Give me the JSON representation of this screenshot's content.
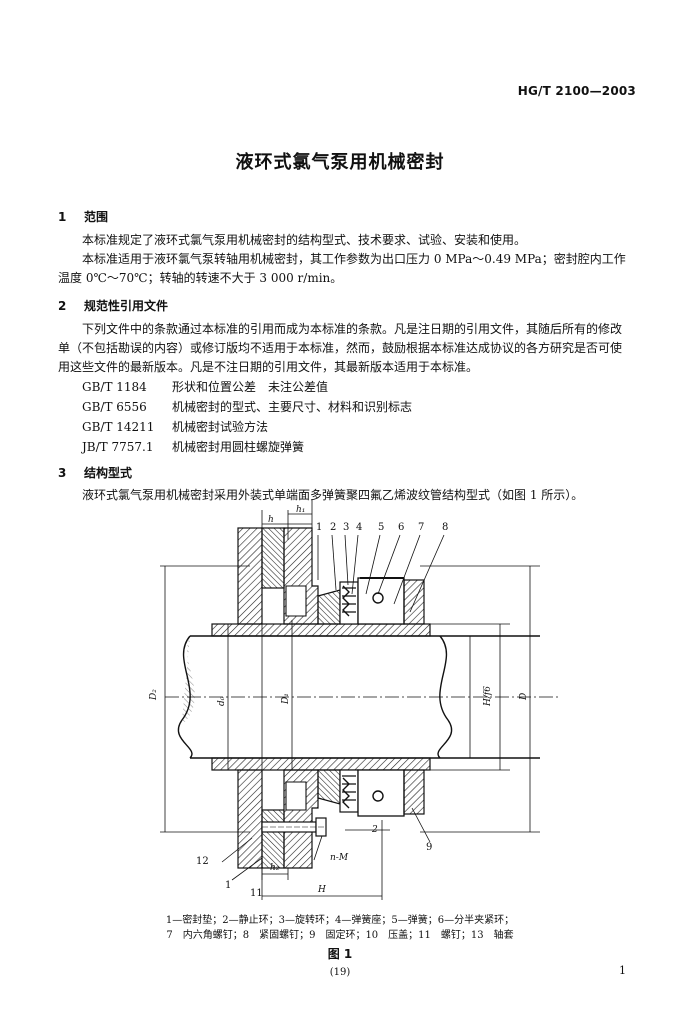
{
  "header": {
    "standard_no": "HG/T 2100—2003"
  },
  "title": "液环式氯气泵用机械密封",
  "sections": [
    {
      "num": "1",
      "heading": "范围",
      "paragraphs": [
        "本标准规定了液环式氯气泵用机械密封的结构型式、技术要求、试验、安装和使用。",
        "本标准适用于液环氯气泵转轴用机械密封，其工作参数为出口压力 0 MPa～0.49 MPa；密封腔内工作温度 0℃～70℃；转轴的转速不大于 3 000 r/min。"
      ]
    },
    {
      "num": "2",
      "heading": "规范性引用文件",
      "paragraphs": [
        "下列文件中的条款通过本标准的引用而成为本标准的条款。凡是注日期的引用文件，其随后所有的修改单（不包括勘误的内容）或修订版均不适用于本标准，然而，鼓励根据本标准达成协议的各方研究是否可使用这些文件的最新版本。凡是不注日期的引用文件，其最新版本适用于本标准。"
      ],
      "references": [
        {
          "code": "GB/T 1184",
          "name": "形状和位置公差　未注公差值"
        },
        {
          "code": "GB/T 6556",
          "name": "机械密封的型式、主要尺寸、材料和识别标志"
        },
        {
          "code": "GB/T 14211",
          "name": "机械密封试验方法"
        },
        {
          "code": "JB/T 7757.1",
          "name": "机械密封用圆柱螺旋弹簧"
        }
      ]
    },
    {
      "num": "3",
      "heading": "结构型式",
      "paragraphs": [
        "液环式氯气泵用机械密封采用外装式单端面多弹簧聚四氟乙烯波纹管结构型式（如图 1 所示）。"
      ]
    }
  ],
  "figure": {
    "callouts_top": [
      "1",
      "2",
      "3",
      "4",
      "5",
      "6",
      "7",
      "8"
    ],
    "dim_labels": {
      "h1": "h₁",
      "h": "h",
      "d2": "D₂",
      "d1": "D₁",
      "d0": "d₀",
      "d_fit": "d H/f6",
      "D": "D",
      "d_fit2": "H/f6",
      "n": "n-M",
      "h2": "h₂",
      "H": "H",
      "two": "2",
      "nine": "9",
      "twelve": "12",
      "eleven": "11",
      "one": "1"
    },
    "caption_lines": [
      "1—密封垫；2—静止环；3—旋转环；4—弹簧座；5—弹簧；6—分半夹紧环；",
      "7　内六角螺钉；8　紧固螺钉；9　固定环；10　压盖；11　螺钉；13　轴套"
    ],
    "label": "图 1"
  },
  "footer": {
    "center": "(19)",
    "right": "1"
  }
}
